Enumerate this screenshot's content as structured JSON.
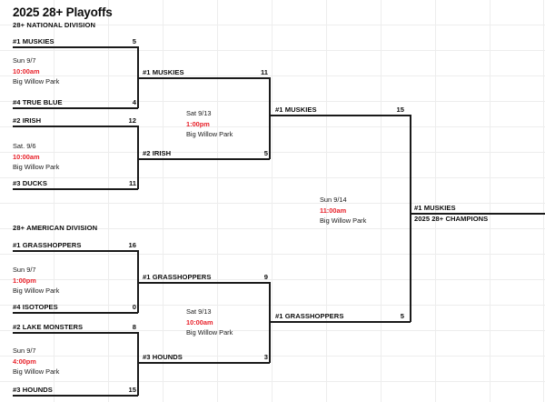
{
  "header": {
    "title": "2025 28+ Playoffs",
    "national_label": "28+ NATIONAL DIVISION",
    "american_label": "28+ AMERICAN DIVISION"
  },
  "venue_default": "Big Willow Park",
  "national": {
    "round1": [
      {
        "top_team": "#1 MUSKIES",
        "top_score": "5",
        "bottom_team": "#4 TRUE BLUE",
        "bottom_score": "4",
        "date": "Sun 9/7",
        "time": "10:00am",
        "venue": "Big Willow Park"
      },
      {
        "top_team": "#2 IRISH",
        "top_score": "12",
        "bottom_team": "#3 DUCKS",
        "bottom_score": "11",
        "date": "Sat. 9/6",
        "time": "10:00am",
        "venue": "Big Willow Park"
      }
    ],
    "semifinal": {
      "top_team": "#1 MUSKIES",
      "top_score": "11",
      "bottom_team": "#2 IRISH",
      "bottom_score": "5",
      "date": "Sat 9/13",
      "time": "1:00pm",
      "venue": "Big Willow Park"
    },
    "finalist": {
      "team": "#1 MUSKIES",
      "score": "15"
    }
  },
  "american": {
    "round1": [
      {
        "top_team": "#1 GRASSHOPPERS",
        "top_score": "16",
        "bottom_team": "#4 ISOTOPES",
        "bottom_score": "0",
        "date": "Sun 9/7",
        "time": "1:00pm",
        "venue": "Big Willow Park"
      },
      {
        "top_team": "#2 LAKE MONSTERS",
        "top_score": "8",
        "bottom_team": "#3 HOUNDS",
        "bottom_score": "15",
        "date": "Sun 9/7",
        "time": "4:00pm",
        "venue": "Big Willow Park"
      }
    ],
    "semifinal": {
      "top_team": "#1 GRASSHOPPERS",
      "top_score": "9",
      "bottom_team": "#3 HOUNDS",
      "bottom_score": "3",
      "date": "Sat 9/13",
      "time": "10:00am",
      "venue": "Big Willow Park"
    },
    "finalist": {
      "team": "#1 GRASSHOPPERS",
      "score": "5"
    }
  },
  "final": {
    "date": "Sun 9/14",
    "time": "11:00am",
    "venue": "Big Willow Park",
    "champion_team": "#1 MUSKIES",
    "champion_label": "2025 28+ CHAMPIONS"
  },
  "colors": {
    "time_red": "#e8212a",
    "line": "#1a1a1a",
    "grid": "#ededed"
  }
}
